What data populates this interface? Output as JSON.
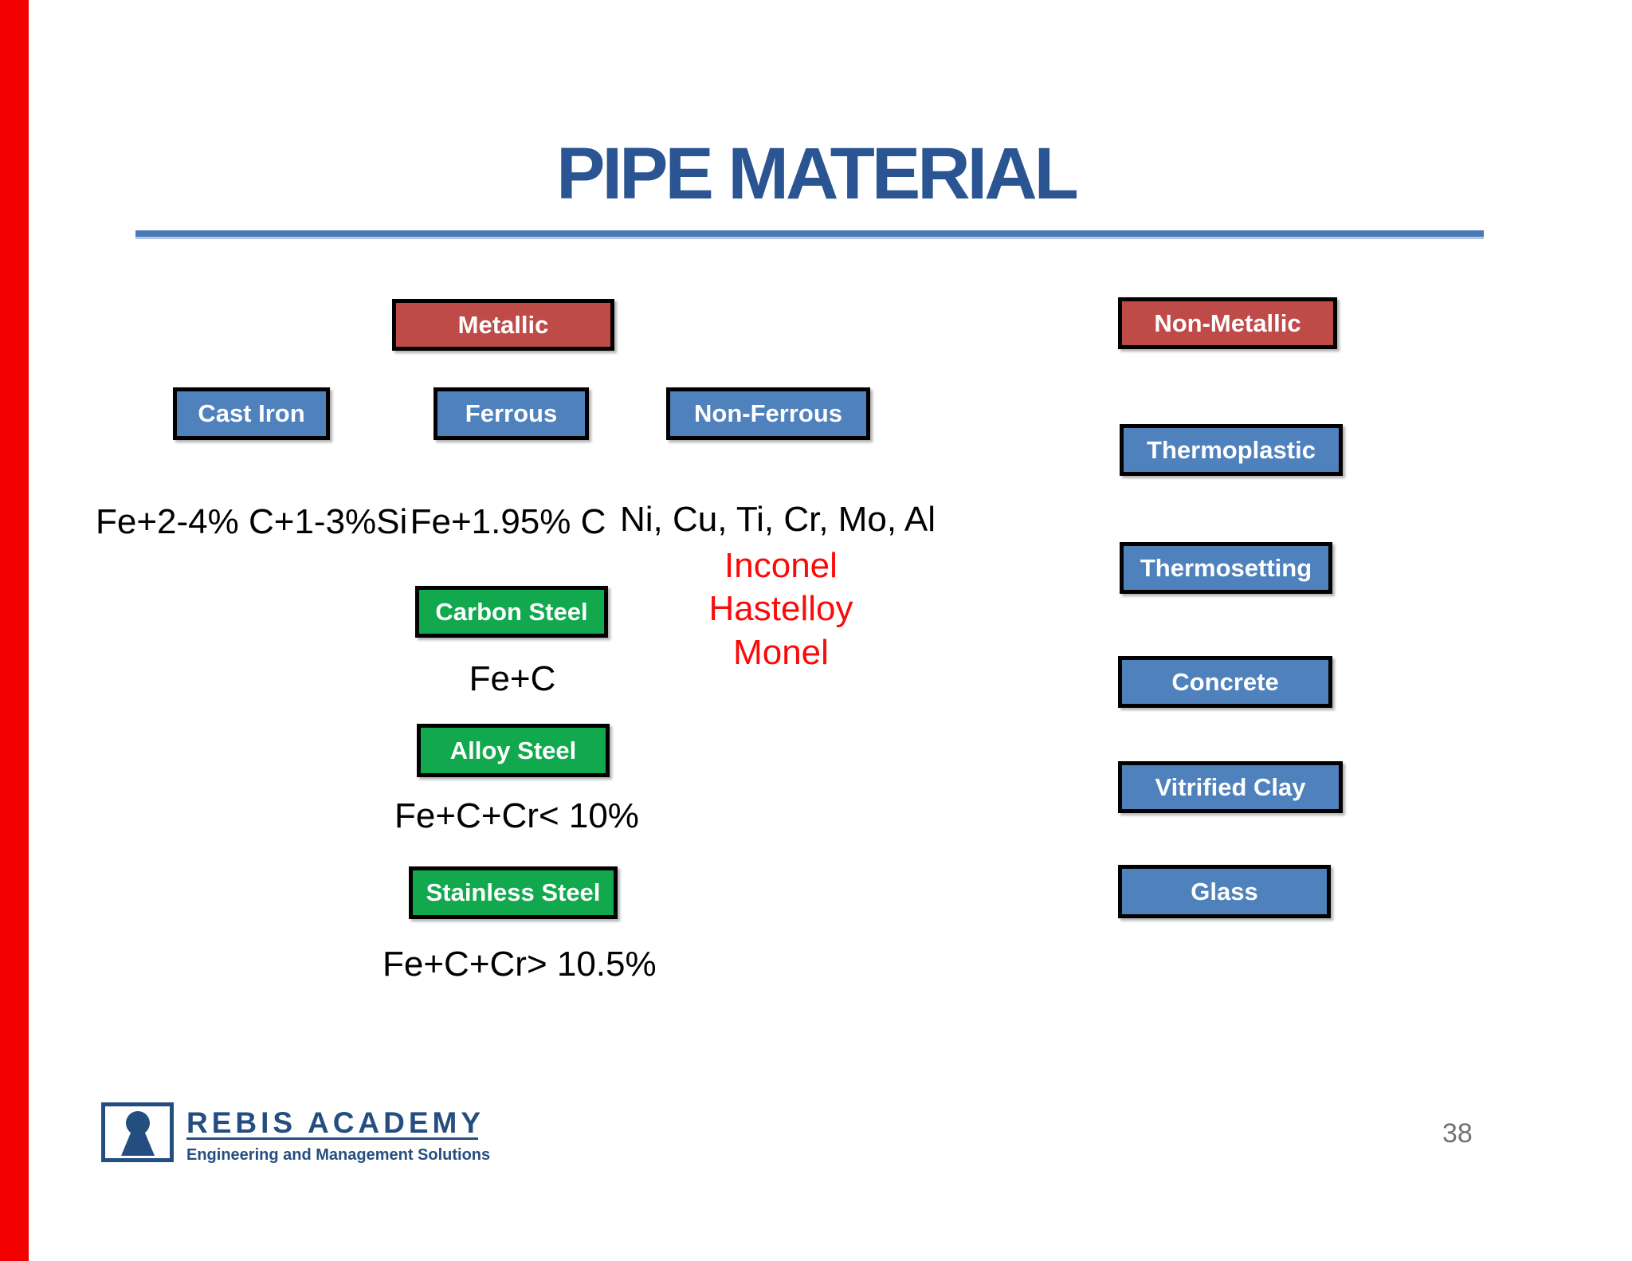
{
  "slide": {
    "title": "PIPE MATERIAL",
    "page_number": "38"
  },
  "colors": {
    "left-bar": "#F30000",
    "title": "#2A5592",
    "rule": "#4A79B8",
    "rule-light": "#B4C9E6",
    "red-box": "#BE4B48",
    "blue-box": "#4F81BD",
    "green-box": "#11A84E",
    "box-border": "#000000",
    "box-text": "#FFFFFF",
    "red-text": "#FA0A0A",
    "black-text": "#000000",
    "navy": "#254E80",
    "page-number": "#727276"
  },
  "diagram": {
    "metallic": {
      "label": "Metallic"
    },
    "cast_iron": {
      "label": "Cast Iron",
      "formula": "Fe+2-4% C+1-3%Si"
    },
    "ferrous": {
      "label": "Ferrous",
      "formula": "Fe+1.95% C"
    },
    "non_ferrous": {
      "label": "Non-Ferrous",
      "elements": "Ni, Cu, Ti, Cr, Mo, Al",
      "alloys": [
        "Inconel",
        "Hastelloy",
        "Monel"
      ]
    },
    "carbon_steel": {
      "label": "Carbon Steel",
      "formula": "Fe+C"
    },
    "alloy_steel": {
      "label": "Alloy Steel",
      "formula": "Fe+C+Cr< 10%"
    },
    "stainless_steel": {
      "label": "Stainless Steel",
      "formula": "Fe+C+Cr> 10.5%"
    },
    "non_metallic": {
      "label": "Non-Metallic",
      "types": [
        "Thermoplastic",
        "Thermosetting",
        "Concrete",
        "Vitrified Clay",
        "Glass"
      ]
    }
  },
  "footer": {
    "brand": "REBIS ACADEMY",
    "tagline": "Engineering and Management Solutions"
  }
}
